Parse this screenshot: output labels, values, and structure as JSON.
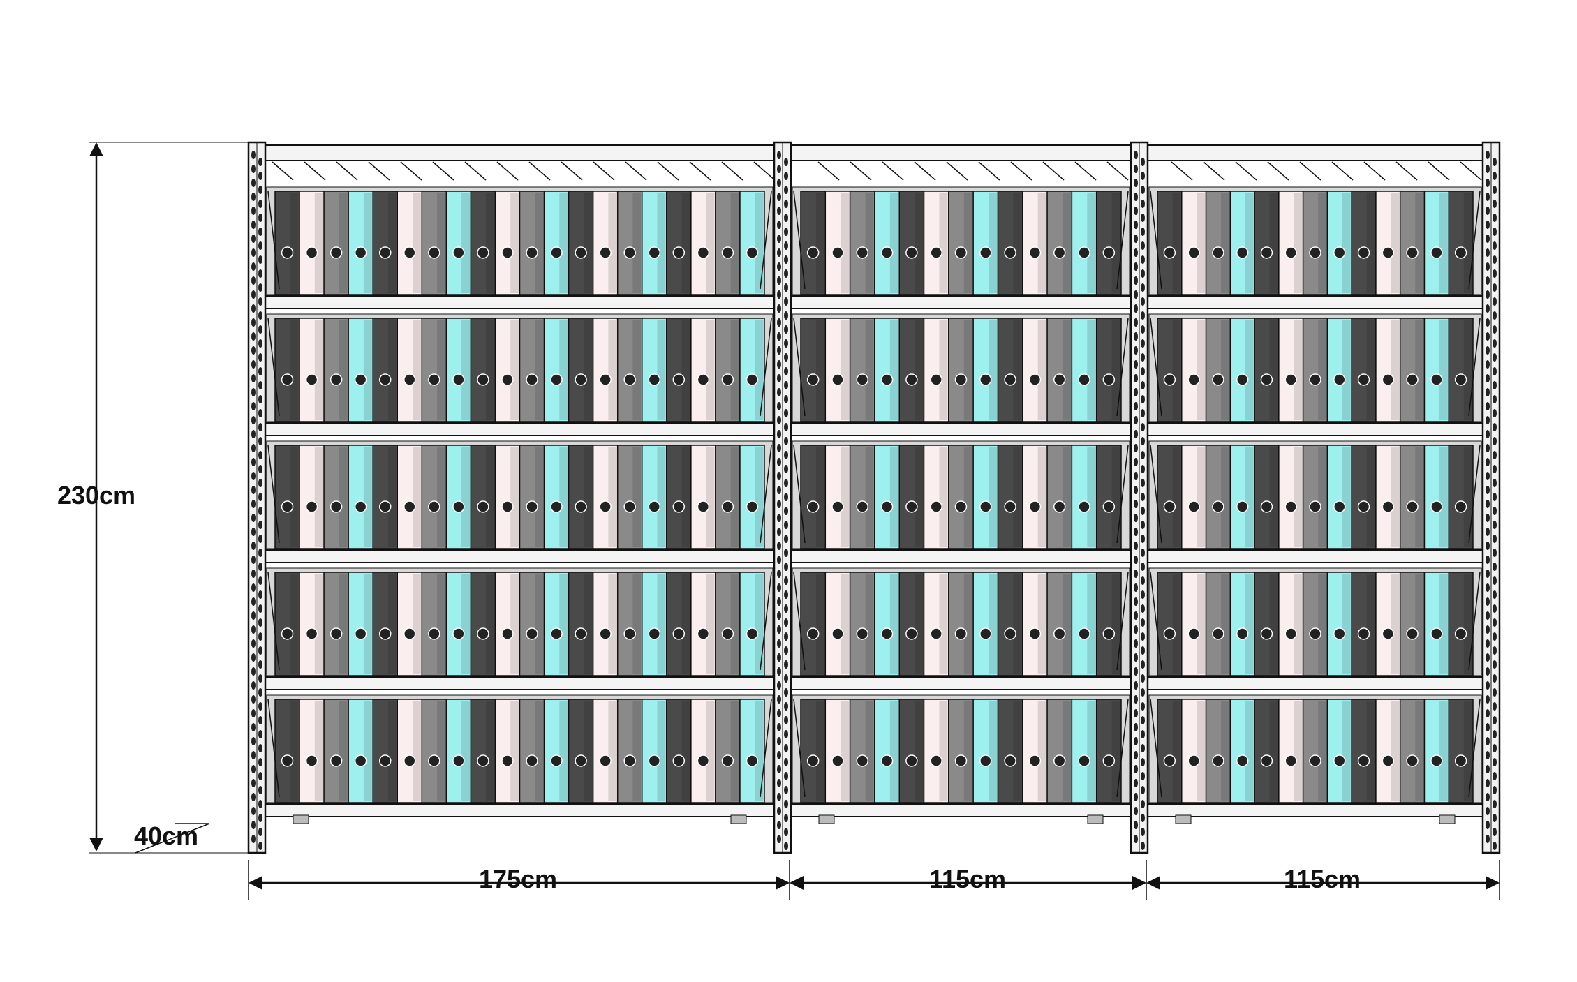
{
  "dimensions": {
    "height_label": "230cm",
    "depth_label": "40cm",
    "widths": [
      "175cm",
      "115cm",
      "115cm"
    ]
  },
  "shelving": {
    "bays": [
      {
        "width_label_index": 0,
        "binders_per_shelf": 20
      },
      {
        "width_label_index": 1,
        "binders_per_shelf": 13
      },
      {
        "width_label_index": 2,
        "binders_per_shelf": 13
      }
    ],
    "shelf_levels": 5,
    "binder_color_cycle": [
      "#4a4a4a",
      "#fbeeee",
      "#8a8a8a",
      "#9ef0ee"
    ],
    "upright_color": "#f2f2f2",
    "beam_color": "#f4f4f4",
    "line_color": "#111111"
  }
}
